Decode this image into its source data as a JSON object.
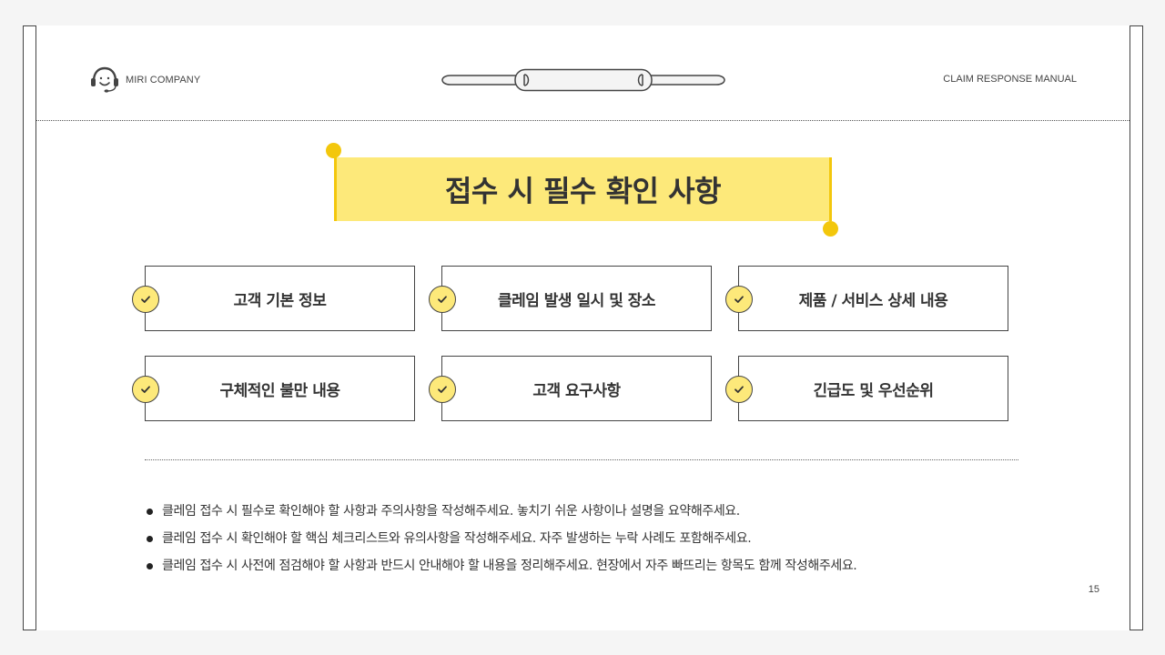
{
  "header": {
    "brand_name": "MIRI COMPANY",
    "brand_icon": "headset-smile-icon",
    "manual_title": "CLAIM RESPONSE MANUAL",
    "decoration": "paper-clip-icon"
  },
  "title": {
    "text": "접수 시 필수 확인 사항",
    "banner_color": "#fde97a",
    "accent_color": "#f3c70c"
  },
  "checklist": {
    "icon": "check-circle-icon",
    "items": [
      {
        "label": "고객 기본 정보"
      },
      {
        "label": "클레임 발생 일시 및 장소"
      },
      {
        "label": "제품 / 서비스 상세 내용"
      },
      {
        "label": "구체적인 불만 내용"
      },
      {
        "label": "고객 요구사항"
      },
      {
        "label": "긴급도 및 우선순위"
      }
    ]
  },
  "notes": [
    "클레임 접수 시 필수로 확인해야 할 사항과 주의사항을 작성해주세요. 놓치기 쉬운 사항이나 설명을 요약해주세요.",
    "클레임 접수 시 확인해야 할 핵심 체크리스트와 유의사항을 작성해주세요. 자주 발생하는 누락 사례도 포함해주세요.",
    "클레임 접수 시 사전에 점검해야 할 사항과 반드시 안내해야 할 내용을 정리해주세요. 현장에서 자주 빠뜨리는 항목도 함께 작성해주세요."
  ],
  "footer": {
    "page_number": "15"
  }
}
